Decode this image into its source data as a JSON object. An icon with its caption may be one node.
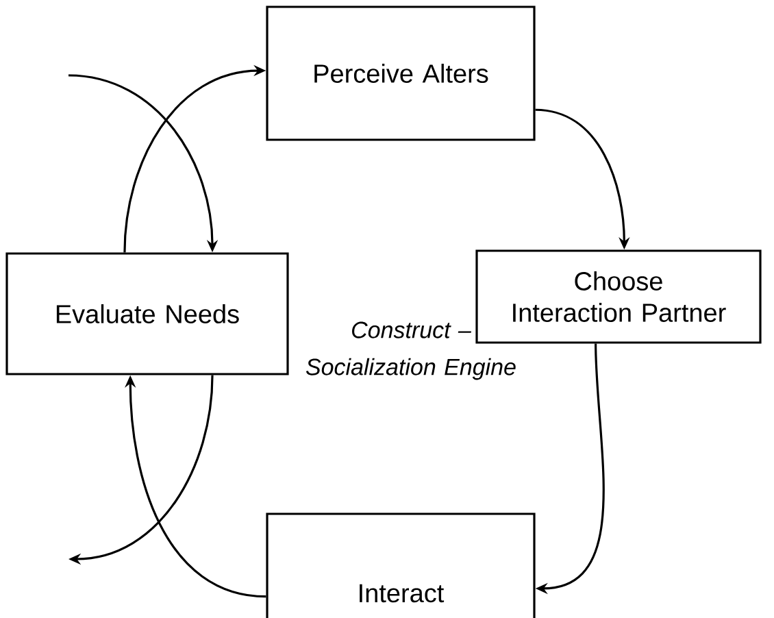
{
  "diagram": {
    "nodes": [
      {
        "text": [
          "Perceive Alters"
        ]
      },
      {
        "text": [
          "Evaluate Needs"
        ]
      },
      {
        "text": [
          "Choose Interaction Partner"
        ]
      },
      {
        "text": [
          "Interact"
        ]
      }
    ],
    "edges": [
      {
        "from": 1,
        "to": 0,
        "arrow": "to"
      },
      {
        "from": null,
        "to": 1,
        "arrow": "to"
      },
      {
        "from": 0,
        "to": 2,
        "arrow": "to"
      },
      {
        "from": 2,
        "to": 3,
        "arrow": "to"
      },
      {
        "from": 3,
        "to": 1,
        "arrow": "to"
      },
      {
        "from": 1,
        "to": null,
        "arrow": "to"
      }
    ],
    "labels": [
      "Construct – Socialization Engine"
    ]
  }
}
